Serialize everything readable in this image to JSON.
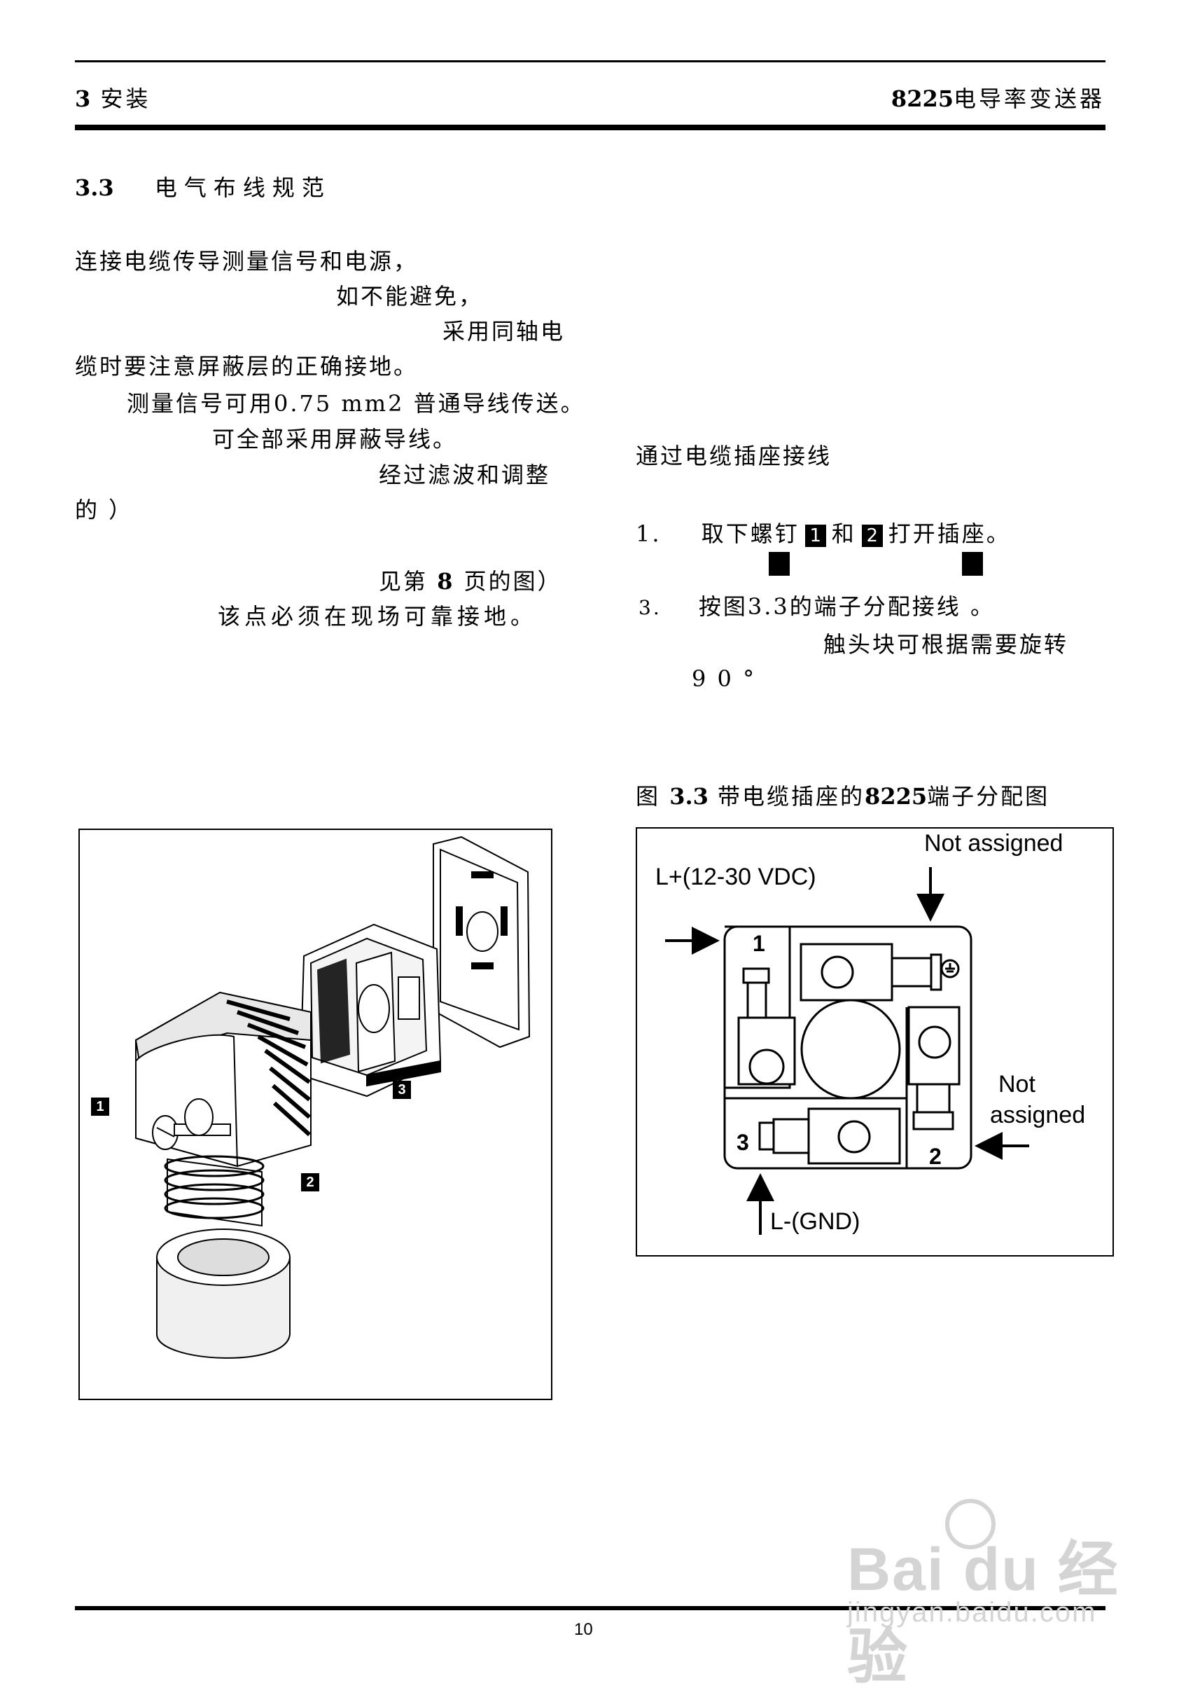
{
  "header": {
    "chapter_num": "3",
    "chapter_title": "安装",
    "model": "8225",
    "product": "电导率变送器"
  },
  "section": {
    "number": "3.3",
    "title": "电气布线规范"
  },
  "left_text": {
    "line1": "连接电缆传导测量信号和电源，",
    "line2": "如不能避免，",
    "line3": "采用同轴电",
    "line4": "缆时要注意屏蔽层的正确接地。",
    "line5": "测量信号可用0.75 mm2 普通导线传送。",
    "line6": "可全部采用屏蔽导线。",
    "line7": "经过滤波和调整",
    "line8": "的 ）",
    "line9_pre": "见第",
    "line9_num": "8",
    "line9_post": "页的图）",
    "line10": "该点必须在现场可靠接地。"
  },
  "right_text": {
    "heading": "通过电缆插座接线",
    "step1_num": "1.",
    "step1_a": "取下螺钉",
    "step1_b": "和",
    "step1_c": "打开插座。",
    "step3_num": "3.",
    "step3": "按图3.3的端子分配接线 。",
    "step3_b": "触头块可根据需要旋转",
    "step3_c": "9 0 °",
    "badge1": "1",
    "badge2": "2"
  },
  "figure": {
    "caption_pre": "图",
    "caption_num": "3.3",
    "caption_mid": "带电缆插座的",
    "caption_model": "8225",
    "caption_post": "端子分配图"
  },
  "exploded_view": {
    "label1": "1",
    "label2": "2",
    "label3": "3"
  },
  "wiring_diagram": {
    "label_lplus": "L+(12-30 VDC)",
    "label_not_assigned_top": "Not assigned",
    "label_not_assigned_right_1": "Not",
    "label_not_assigned_right_2": "assigned",
    "label_lminus": "L-(GND)",
    "terminal1": "1",
    "terminal2": "2",
    "terminal3": "3"
  },
  "footer": {
    "page_number": "10"
  },
  "watermark": {
    "brand": "Bai du 经验",
    "url": "jingyan.baidu.com"
  }
}
